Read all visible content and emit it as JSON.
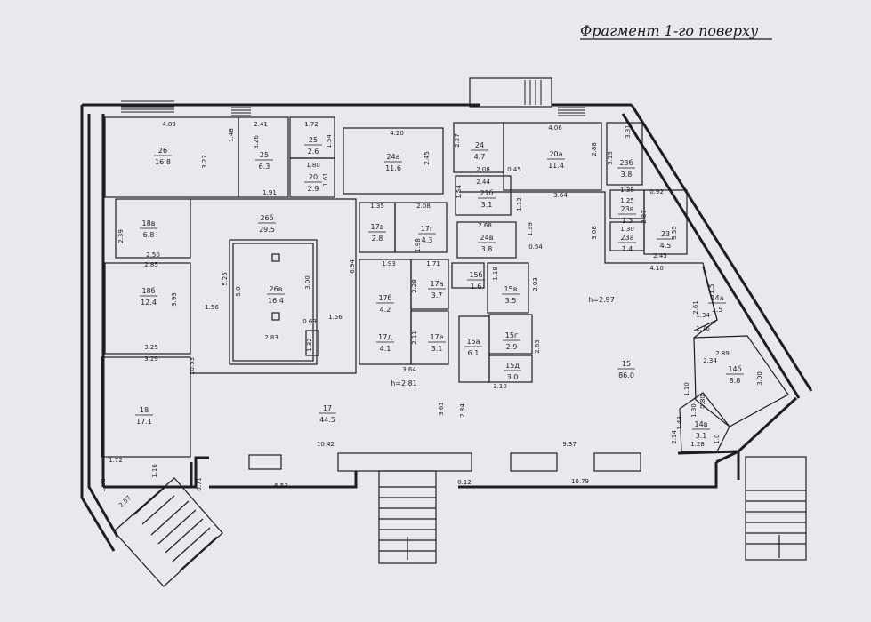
{
  "title": "Фрагмент 1-го поверху",
  "rooms": [
    {
      "num": "26",
      "area": "16.8"
    },
    {
      "num": "25",
      "area": "6.3"
    },
    {
      "num": "25",
      "area": "2.6"
    },
    {
      "num": "20",
      "area": "2.9"
    },
    {
      "num": "24а",
      "area": "11.6"
    },
    {
      "num": "24",
      "area": "4.7"
    },
    {
      "num": "20а",
      "area": "11.4"
    },
    {
      "num": "23б",
      "area": "3.8"
    },
    {
      "num": "21б",
      "area": "3.1"
    },
    {
      "num": "23в",
      "area": "1.3"
    },
    {
      "num": "23а",
      "area": "1.4"
    },
    {
      "num": "23",
      "area": "4.5"
    },
    {
      "num": "18в",
      "area": "6.8"
    },
    {
      "num": "26б",
      "area": "29.5"
    },
    {
      "num": "17в",
      "area": "2.8"
    },
    {
      "num": "17г",
      "area": "4.3"
    },
    {
      "num": "24в",
      "area": "3.8"
    },
    {
      "num": "18б",
      "area": "12.4"
    },
    {
      "num": "26в",
      "area": "16.4"
    },
    {
      "num": "17б",
      "area": "4.2"
    },
    {
      "num": "17а",
      "area": "3.7"
    },
    {
      "num": "15б",
      "area": "1.6"
    },
    {
      "num": "15в",
      "area": "3.5"
    },
    {
      "num": "14а",
      "area": "1.5"
    },
    {
      "num": "17д",
      "area": "4.1"
    },
    {
      "num": "17е",
      "area": "3.1"
    },
    {
      "num": "15а",
      "area": "6.1"
    },
    {
      "num": "15г",
      "area": "2.9"
    },
    {
      "num": "15д",
      "area": "3.0"
    },
    {
      "num": "15",
      "area": "86.0"
    },
    {
      "num": "14б",
      "area": "8.8"
    },
    {
      "num": "18",
      "area": "17.1"
    },
    {
      "num": "17",
      "area": "44.5"
    },
    {
      "num": "14в",
      "area": "3.1"
    }
  ],
  "dimensions": [
    "4.89",
    "2.41",
    "1.72",
    "4.20",
    "4.06",
    "1.54",
    "1.80",
    "3.27",
    "1.48",
    "3.26",
    "1.61",
    "2.45",
    "2.27",
    "2.88",
    "3.13",
    "3.31",
    "1.91",
    "2.08",
    "0.45",
    "2.44",
    "1.54",
    "1.12",
    "3.64",
    "1.38",
    "0.92",
    "1.25",
    "1.30",
    "2.39",
    "1.35",
    "2.08",
    "2.68",
    "1.39",
    "0.54",
    "3.08",
    "3.55",
    "2.87",
    "2.50",
    "2.45",
    "4.10",
    "2.85",
    "1.93",
    "1.71",
    "1.18",
    "2.03",
    "3.93",
    "5.25",
    "5.0",
    "3.00",
    "6.94",
    "2.28",
    "1.98",
    "1.5",
    "1.34",
    "2.61",
    "1.56",
    "1.56",
    "2.83",
    "0.63",
    "1.32",
    "2.11",
    "3.25",
    "3.29",
    "10.53",
    "3.64",
    "3.10",
    "2.84",
    "3.61",
    "2.63",
    "1.76",
    "2.34",
    "2.89",
    "3.00",
    "1.10",
    "0.80",
    "1.30",
    "1.43",
    "2.14",
    "1.28",
    "1.0",
    "10.42",
    "1.72",
    "1.16",
    "6.53",
    "0.71",
    "0.12",
    "10.79",
    "9.37",
    "1.38",
    "2.57"
  ],
  "heights": [
    "h=2.97",
    "h=2.81"
  ]
}
